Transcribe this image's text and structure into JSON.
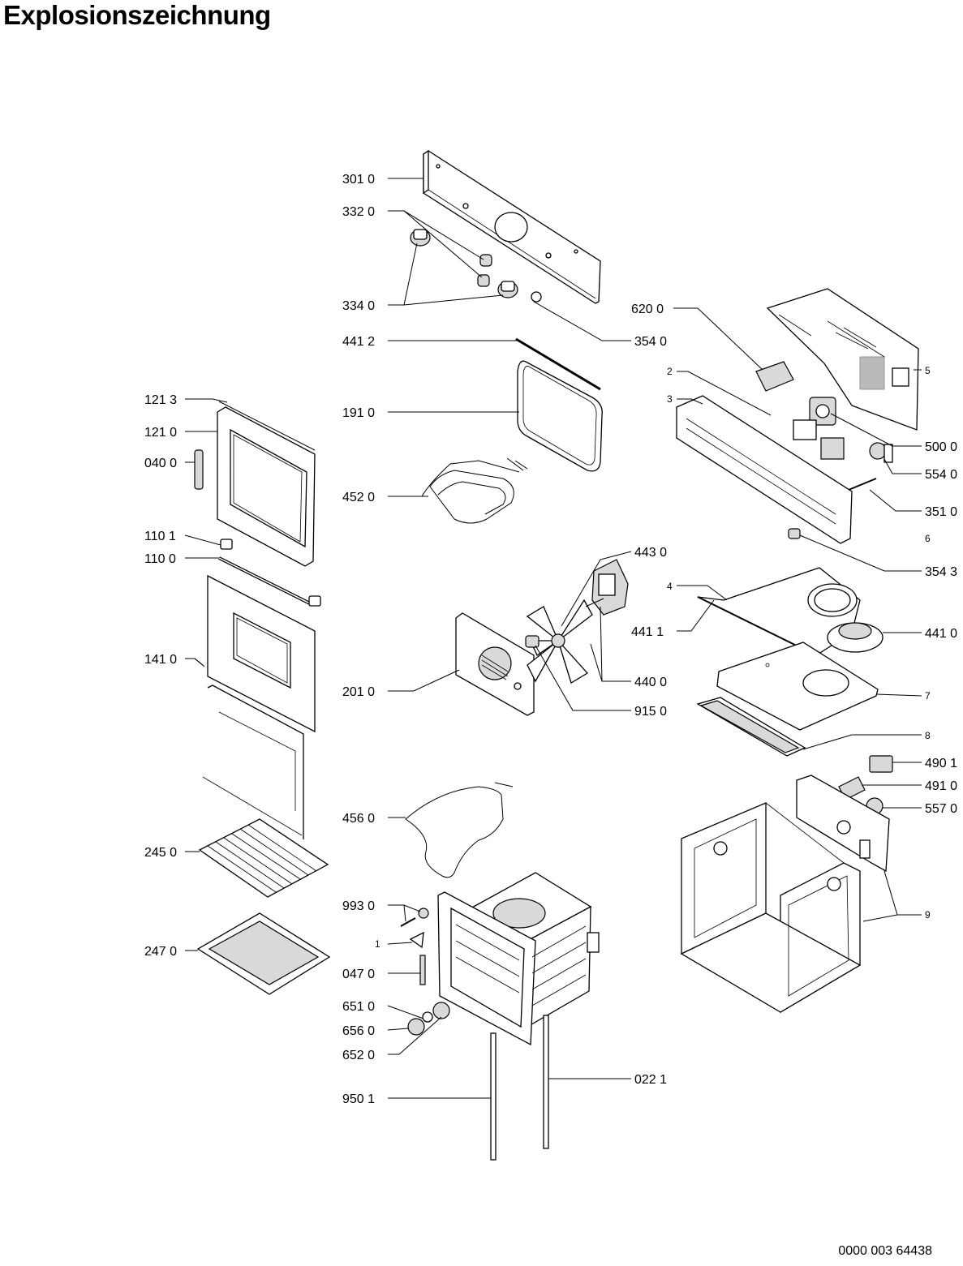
{
  "title": "Explosionszeichnung",
  "document_number": "0000 003 64438",
  "part_labels": {
    "p3010": "301 0",
    "p3320": "332 0",
    "p3340": "334 0",
    "p3540": "354 0",
    "p4412": "441 2",
    "p1910": "191 0",
    "p4520": "452 0",
    "p6200": "620 0",
    "p2": "2",
    "p3": "3",
    "p5": "5",
    "p5000": "500 0",
    "p5540": "554 0",
    "p3510": "351 0",
    "p6": "6",
    "p3543": "354 3",
    "p1213": "121 3",
    "p1210": "121 0",
    "p0400": "040 0",
    "p1101": "110 1",
    "p1100": "110 0",
    "p1410": "141 0",
    "p4430": "443 0",
    "p4": "4",
    "p4411": "441 1",
    "p4410": "441 0",
    "p2010": "201 0",
    "p4400": "440 0",
    "p9150": "915 0",
    "p7": "7",
    "p8": "8",
    "p4901": "490 1",
    "p4910": "491 0",
    "p5570": "557 0",
    "p4560": "456 0",
    "p2450": "245 0",
    "p2470": "247 0",
    "p9930": "993 0",
    "p1": "1",
    "p0470": "047 0",
    "p9": "9",
    "p6510": "651 0",
    "p6560": "656 0",
    "p6520": "652 0",
    "p0221": "022 1",
    "p9501": "950 1"
  }
}
